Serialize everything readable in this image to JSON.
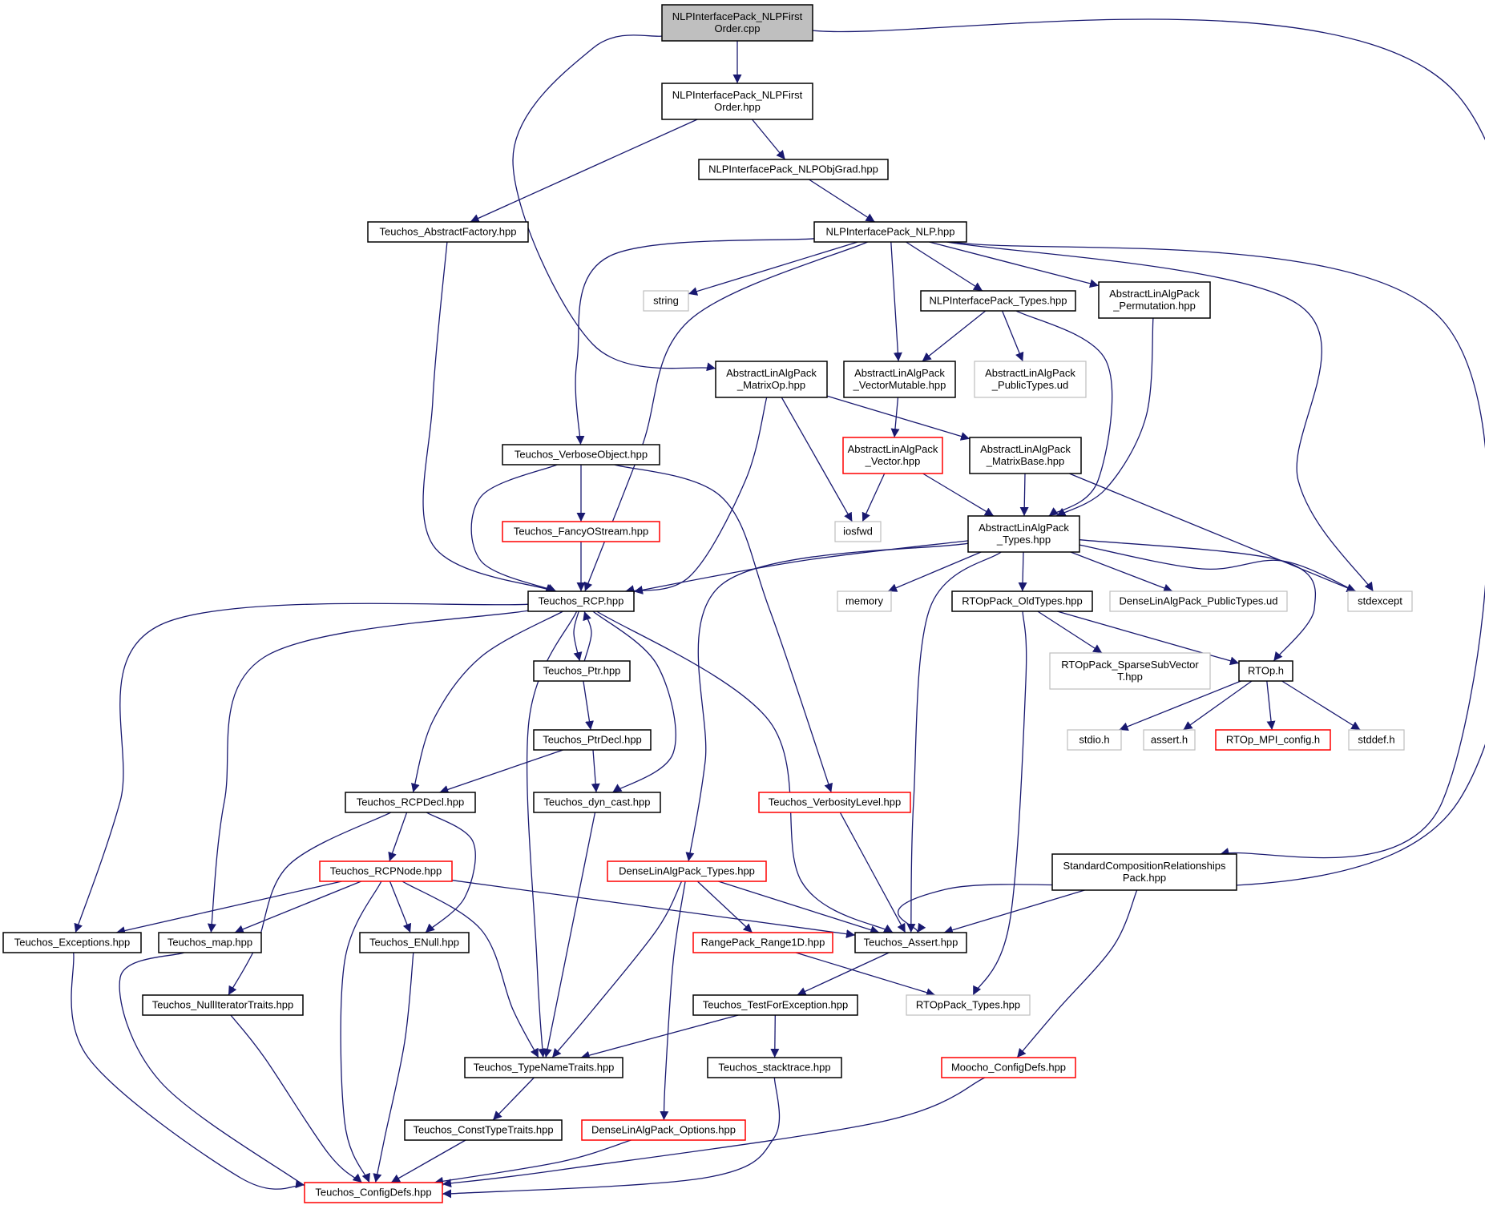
{
  "diagram": {
    "type": "include-dependency-graph",
    "colors": {
      "edge": "#191970",
      "node_border": "#000000",
      "node_border_incomplete": "#ff0000",
      "node_border_external": "#bfbfbf",
      "root_fill": "#bfbfbf",
      "text": "#000000"
    },
    "nodes": [
      {
        "id": "n_root",
        "lines": [
          "NLPInterfacePack_NLPFirst",
          "Order.cpp"
        ],
        "style": "root"
      },
      {
        "id": "n_nlpfo_hpp",
        "lines": [
          "NLPInterfacePack_NLPFirst",
          "Order.hpp"
        ],
        "style": "normal"
      },
      {
        "id": "n_objgrad",
        "lines": [
          "NLPInterfacePack_NLPObjGrad.hpp"
        ],
        "style": "normal"
      },
      {
        "id": "n_absfactory",
        "lines": [
          "Teuchos_AbstractFactory.hpp"
        ],
        "style": "normal"
      },
      {
        "id": "n_nlp",
        "lines": [
          "NLPInterfacePack_NLP.hpp"
        ],
        "style": "normal"
      },
      {
        "id": "n_string",
        "lines": [
          "string"
        ],
        "style": "external"
      },
      {
        "id": "n_nlptypes",
        "lines": [
          "NLPInterfacePack_Types.hpp"
        ],
        "style": "normal"
      },
      {
        "id": "n_perm",
        "lines": [
          "AbstractLinAlgPack",
          "_Permutation.hpp"
        ],
        "style": "normal"
      },
      {
        "id": "n_matrixop",
        "lines": [
          "AbstractLinAlgPack",
          "_MatrixOp.hpp"
        ],
        "style": "normal"
      },
      {
        "id": "n_vecmut",
        "lines": [
          "AbstractLinAlgPack",
          "_VectorMutable.hpp"
        ],
        "style": "normal"
      },
      {
        "id": "n_pubtypes",
        "lines": [
          "AbstractLinAlgPack",
          "_PublicTypes.ud"
        ],
        "style": "external"
      },
      {
        "id": "n_verbobj",
        "lines": [
          "Teuchos_VerboseObject.hpp"
        ],
        "style": "normal"
      },
      {
        "id": "n_vector",
        "lines": [
          "AbstractLinAlgPack",
          "_Vector.hpp"
        ],
        "style": "incomplete"
      },
      {
        "id": "n_matbase",
        "lines": [
          "AbstractLinAlgPack",
          "_MatrixBase.hpp"
        ],
        "style": "normal"
      },
      {
        "id": "n_fancy",
        "lines": [
          "Teuchos_FancyOStream.hpp"
        ],
        "style": "incomplete"
      },
      {
        "id": "n_iosfwd",
        "lines": [
          "iosfwd"
        ],
        "style": "external"
      },
      {
        "id": "n_alptypes",
        "lines": [
          "AbstractLinAlgPack",
          "_Types.hpp"
        ],
        "style": "normal"
      },
      {
        "id": "n_rcp",
        "lines": [
          "Teuchos_RCP.hpp"
        ],
        "style": "normal"
      },
      {
        "id": "n_memory",
        "lines": [
          "memory"
        ],
        "style": "external"
      },
      {
        "id": "n_oldtypes",
        "lines": [
          "RTOpPack_OldTypes.hpp"
        ],
        "style": "normal"
      },
      {
        "id": "n_denspub",
        "lines": [
          "DenseLinAlgPack_PublicTypes.ud"
        ],
        "style": "external"
      },
      {
        "id": "n_stdexcept",
        "lines": [
          "stdexcept"
        ],
        "style": "external"
      },
      {
        "id": "n_ptr",
        "lines": [
          "Teuchos_Ptr.hpp"
        ],
        "style": "normal"
      },
      {
        "id": "n_sparse",
        "lines": [
          "RTOpPack_SparseSubVector",
          "T.hpp"
        ],
        "style": "external"
      },
      {
        "id": "n_rtoph",
        "lines": [
          "RTOp.h"
        ],
        "style": "normal"
      },
      {
        "id": "n_ptrdecl",
        "lines": [
          "Teuchos_PtrDecl.hpp"
        ],
        "style": "normal"
      },
      {
        "id": "n_stdio",
        "lines": [
          "stdio.h"
        ],
        "style": "external"
      },
      {
        "id": "n_asserth",
        "lines": [
          "assert.h"
        ],
        "style": "external"
      },
      {
        "id": "n_mpiconfig",
        "lines": [
          "RTOp_MPI_config.h"
        ],
        "style": "incomplete"
      },
      {
        "id": "n_stddef",
        "lines": [
          "stddef.h"
        ],
        "style": "external"
      },
      {
        "id": "n_rcpdecl",
        "lines": [
          "Teuchos_RCPDecl.hpp"
        ],
        "style": "normal"
      },
      {
        "id": "n_dyncast",
        "lines": [
          "Teuchos_dyn_cast.hpp"
        ],
        "style": "normal"
      },
      {
        "id": "n_verblevel",
        "lines": [
          "Teuchos_VerbosityLevel.hpp"
        ],
        "style": "incomplete"
      },
      {
        "id": "n_rcpnode",
        "lines": [
          "Teuchos_RCPNode.hpp"
        ],
        "style": "incomplete"
      },
      {
        "id": "n_densetypes",
        "lines": [
          "DenseLinAlgPack_Types.hpp"
        ],
        "style": "incomplete"
      },
      {
        "id": "n_stdcomp",
        "lines": [
          "StandardCompositionRelationships",
          "Pack.hpp"
        ],
        "style": "normal"
      },
      {
        "id": "n_exceptions",
        "lines": [
          "Teuchos_Exceptions.hpp"
        ],
        "style": "normal"
      },
      {
        "id": "n_map",
        "lines": [
          "Teuchos_map.hpp"
        ],
        "style": "normal"
      },
      {
        "id": "n_enull",
        "lines": [
          "Teuchos_ENull.hpp"
        ],
        "style": "normal"
      },
      {
        "id": "n_range",
        "lines": [
          "RangePack_Range1D.hpp"
        ],
        "style": "incomplete"
      },
      {
        "id": "n_assert",
        "lines": [
          "Teuchos_Assert.hpp"
        ],
        "style": "normal"
      },
      {
        "id": "n_nulliter",
        "lines": [
          "Teuchos_NullIteratorTraits.hpp"
        ],
        "style": "normal"
      },
      {
        "id": "n_testforexc",
        "lines": [
          "Teuchos_TestForException.hpp"
        ],
        "style": "normal"
      },
      {
        "id": "n_rtoptypes",
        "lines": [
          "RTOpPack_Types.hpp"
        ],
        "style": "external"
      },
      {
        "id": "n_typename",
        "lines": [
          "Teuchos_TypeNameTraits.hpp"
        ],
        "style": "normal"
      },
      {
        "id": "n_stacktrace",
        "lines": [
          "Teuchos_stacktrace.hpp"
        ],
        "style": "normal"
      },
      {
        "id": "n_moocho",
        "lines": [
          "Moocho_ConfigDefs.hpp"
        ],
        "style": "incomplete"
      },
      {
        "id": "n_consttype",
        "lines": [
          "Teuchos_ConstTypeTraits.hpp"
        ],
        "style": "normal"
      },
      {
        "id": "n_denseopts",
        "lines": [
          "DenseLinAlgPack_Options.hpp"
        ],
        "style": "incomplete"
      },
      {
        "id": "n_configdefs",
        "lines": [
          "Teuchos_ConfigDefs.hpp"
        ],
        "style": "incomplete"
      }
    ],
    "edges": [
      {
        "from": "n_root",
        "to": "n_nlpfo_hpp"
      },
      {
        "from": "n_root",
        "to": "n_matrixop"
      },
      {
        "from": "n_root",
        "to": "n_assert"
      },
      {
        "from": "n_nlpfo_hpp",
        "to": "n_objgrad"
      },
      {
        "from": "n_nlpfo_hpp",
        "to": "n_absfactory"
      },
      {
        "from": "n_objgrad",
        "to": "n_nlp"
      },
      {
        "from": "n_absfactory",
        "to": "n_rcp"
      },
      {
        "from": "n_nlp",
        "to": "n_string"
      },
      {
        "from": "n_nlp",
        "to": "n_nlptypes"
      },
      {
        "from": "n_nlp",
        "to": "n_perm"
      },
      {
        "from": "n_nlp",
        "to": "n_vecmut"
      },
      {
        "from": "n_nlp",
        "to": "n_verbobj"
      },
      {
        "from": "n_nlp",
        "to": "n_rcp"
      },
      {
        "from": "n_nlp",
        "to": "n_stdexcept"
      },
      {
        "from": "n_nlp",
        "to": "n_stdcomp"
      },
      {
        "from": "n_nlptypes",
        "to": "n_vecmut"
      },
      {
        "from": "n_nlptypes",
        "to": "n_pubtypes"
      },
      {
        "from": "n_nlptypes",
        "to": "n_alptypes"
      },
      {
        "from": "n_perm",
        "to": "n_alptypes"
      },
      {
        "from": "n_matrixop",
        "to": "n_matbase"
      },
      {
        "from": "n_matrixop",
        "to": "n_iosfwd"
      },
      {
        "from": "n_matrixop",
        "to": "n_rcp"
      },
      {
        "from": "n_vecmut",
        "to": "n_vector"
      },
      {
        "from": "n_vector",
        "to": "n_iosfwd"
      },
      {
        "from": "n_vector",
        "to": "n_alptypes"
      },
      {
        "from": "n_matbase",
        "to": "n_alptypes"
      },
      {
        "from": "n_matbase",
        "to": "n_stdexcept"
      },
      {
        "from": "n_verbobj",
        "to": "n_fancy"
      },
      {
        "from": "n_verbobj",
        "to": "n_rcp"
      },
      {
        "from": "n_verbobj",
        "to": "n_verblevel"
      },
      {
        "from": "n_fancy",
        "to": "n_rcp"
      },
      {
        "from": "n_alptypes",
        "to": "n_rcp"
      },
      {
        "from": "n_alptypes",
        "to": "n_memory"
      },
      {
        "from": "n_alptypes",
        "to": "n_oldtypes"
      },
      {
        "from": "n_alptypes",
        "to": "n_denspub"
      },
      {
        "from": "n_alptypes",
        "to": "n_stdexcept"
      },
      {
        "from": "n_alptypes",
        "to": "n_rtoph"
      },
      {
        "from": "n_alptypes",
        "to": "n_densetypes"
      },
      {
        "from": "n_alptypes",
        "to": "n_assert"
      },
      {
        "from": "n_rcp",
        "to": "n_ptr"
      },
      {
        "from": "n_ptr",
        "to": "n_rcp"
      },
      {
        "from": "n_rcp",
        "to": "n_rcpdecl"
      },
      {
        "from": "n_rcp",
        "to": "n_dyncast"
      },
      {
        "from": "n_rcp",
        "to": "n_exceptions"
      },
      {
        "from": "n_rcp",
        "to": "n_map"
      },
      {
        "from": "n_rcp",
        "to": "n_typename"
      },
      {
        "from": "n_rcp",
        "to": "n_assert"
      },
      {
        "from": "n_ptr",
        "to": "n_ptrdecl"
      },
      {
        "from": "n_ptrdecl",
        "to": "n_rcpdecl"
      },
      {
        "from": "n_ptrdecl",
        "to": "n_dyncast"
      },
      {
        "from": "n_oldtypes",
        "to": "n_sparse"
      },
      {
        "from": "n_oldtypes",
        "to": "n_rtoph"
      },
      {
        "from": "n_oldtypes",
        "to": "n_rtoptypes"
      },
      {
        "from": "n_rtoph",
        "to": "n_stdio"
      },
      {
        "from": "n_rtoph",
        "to": "n_asserth"
      },
      {
        "from": "n_rtoph",
        "to": "n_mpiconfig"
      },
      {
        "from": "n_rtoph",
        "to": "n_stddef"
      },
      {
        "from": "n_rcpdecl",
        "to": "n_rcpnode"
      },
      {
        "from": "n_rcpdecl",
        "to": "n_enull"
      },
      {
        "from": "n_rcpdecl",
        "to": "n_nulliter"
      },
      {
        "from": "n_dyncast",
        "to": "n_typename"
      },
      {
        "from": "n_verblevel",
        "to": "n_assert"
      },
      {
        "from": "n_rcpnode",
        "to": "n_exceptions"
      },
      {
        "from": "n_rcpnode",
        "to": "n_map"
      },
      {
        "from": "n_rcpnode",
        "to": "n_enull"
      },
      {
        "from": "n_rcpnode",
        "to": "n_typename"
      },
      {
        "from": "n_rcpnode",
        "to": "n_assert"
      },
      {
        "from": "n_rcpnode",
        "to": "n_configdefs"
      },
      {
        "from": "n_densetypes",
        "to": "n_range"
      },
      {
        "from": "n_densetypes",
        "to": "n_assert"
      },
      {
        "from": "n_densetypes",
        "to": "n_typename"
      },
      {
        "from": "n_densetypes",
        "to": "n_denseopts"
      },
      {
        "from": "n_stdcomp",
        "to": "n_assert"
      },
      {
        "from": "n_stdcomp",
        "to": "n_moocho"
      },
      {
        "from": "n_exceptions",
        "to": "n_configdefs"
      },
      {
        "from": "n_map",
        "to": "n_configdefs"
      },
      {
        "from": "n_enull",
        "to": "n_configdefs"
      },
      {
        "from": "n_range",
        "to": "n_rtoptypes"
      },
      {
        "from": "n_assert",
        "to": "n_testforexc"
      },
      {
        "from": "n_nulliter",
        "to": "n_configdefs"
      },
      {
        "from": "n_testforexc",
        "to": "n_typename"
      },
      {
        "from": "n_testforexc",
        "to": "n_stacktrace"
      },
      {
        "from": "n_typename",
        "to": "n_consttype"
      },
      {
        "from": "n_stacktrace",
        "to": "n_configdefs"
      },
      {
        "from": "n_moocho",
        "to": "n_configdefs"
      },
      {
        "from": "n_consttype",
        "to": "n_configdefs"
      },
      {
        "from": "n_denseopts",
        "to": "n_configdefs"
      }
    ]
  }
}
